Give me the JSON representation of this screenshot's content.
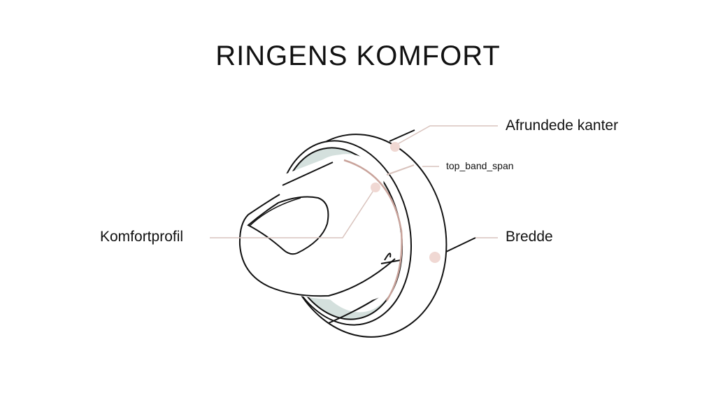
{
  "title": "RINGENS KOMFORT",
  "labels": {
    "rounded_edges": "Afrundede kanter",
    "top_band_span": "top_band_span",
    "comfort_profile": "Komfortprofil",
    "width": "Bredde"
  },
  "colors": {
    "leader": "#d9c3bd",
    "dot": "#f0d8d3",
    "inner_band": "#d4e0dd",
    "arc": "#c9a39b",
    "stroke": "#111111"
  }
}
